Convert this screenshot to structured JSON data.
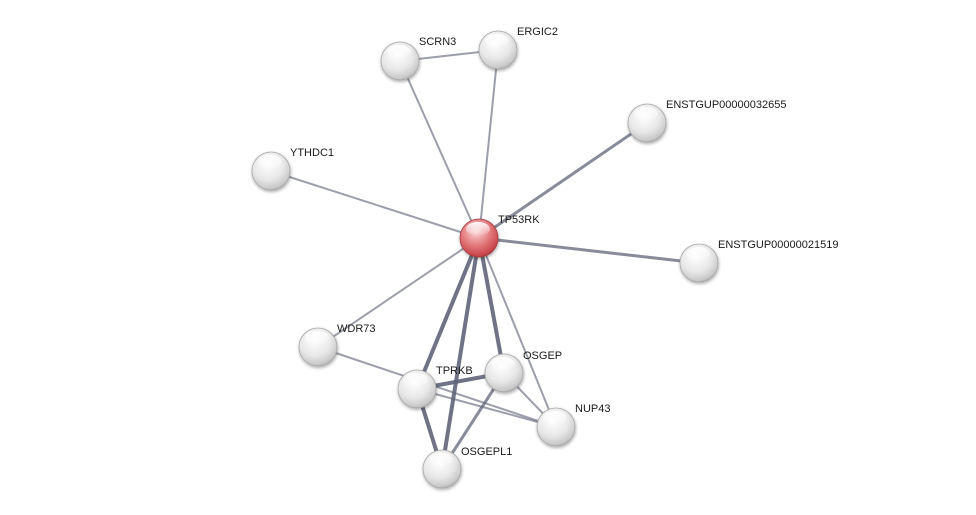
{
  "network": {
    "colors": {
      "query_node": "#e06a6e",
      "partner_node": "#dcdcdc",
      "edge": "#5f6478"
    },
    "nodes": [
      {
        "id": "TP53RK",
        "label": "TP53RK",
        "type": "query"
      },
      {
        "id": "SCRN3",
        "label": "SCRN3",
        "type": "partner"
      },
      {
        "id": "ERGIC2",
        "label": "ERGIC2",
        "type": "partner"
      },
      {
        "id": "ENSTGUP00000032655",
        "label": "ENSTGUP00000032655",
        "type": "partner"
      },
      {
        "id": "YTHDC1",
        "label": "YTHDC1",
        "type": "partner"
      },
      {
        "id": "ENSTGUP00000021519",
        "label": "ENSTGUP00000021519",
        "type": "partner"
      },
      {
        "id": "WDR73",
        "label": "WDR73",
        "type": "partner"
      },
      {
        "id": "OSGEP",
        "label": "OSGEP",
        "type": "partner"
      },
      {
        "id": "TPRKB",
        "label": "TPRKB",
        "type": "partner"
      },
      {
        "id": "NUP43",
        "label": "NUP43",
        "type": "partner"
      },
      {
        "id": "OSGEPL1",
        "label": "OSGEPL1",
        "type": "partner"
      }
    ],
    "edges": [
      {
        "source": "SCRN3",
        "target": "ERGIC2",
        "strength": "weak"
      },
      {
        "source": "TP53RK",
        "target": "SCRN3",
        "strength": "weak"
      },
      {
        "source": "TP53RK",
        "target": "ERGIC2",
        "strength": "weak"
      },
      {
        "source": "TP53RK",
        "target": "ENSTGUP00000032655",
        "strength": "medium"
      },
      {
        "source": "TP53RK",
        "target": "YTHDC1",
        "strength": "weak"
      },
      {
        "source": "TP53RK",
        "target": "ENSTGUP00000021519",
        "strength": "medium"
      },
      {
        "source": "TP53RK",
        "target": "WDR73",
        "strength": "weak"
      },
      {
        "source": "TP53RK",
        "target": "OSGEP",
        "strength": "strong"
      },
      {
        "source": "TP53RK",
        "target": "TPRKB",
        "strength": "strong"
      },
      {
        "source": "TP53RK",
        "target": "NUP43",
        "strength": "weak"
      },
      {
        "source": "TP53RK",
        "target": "OSGEPL1",
        "strength": "strong"
      },
      {
        "source": "WDR73",
        "target": "NUP43",
        "strength": "weak"
      },
      {
        "source": "TPRKB",
        "target": "OSGEP",
        "strength": "strong"
      },
      {
        "source": "TPRKB",
        "target": "OSGEPL1",
        "strength": "strong"
      },
      {
        "source": "TPRKB",
        "target": "NUP43",
        "strength": "weak"
      },
      {
        "source": "OSGEP",
        "target": "OSGEPL1",
        "strength": "medium"
      },
      {
        "source": "OSGEP",
        "target": "NUP43",
        "strength": "weak"
      }
    ]
  }
}
